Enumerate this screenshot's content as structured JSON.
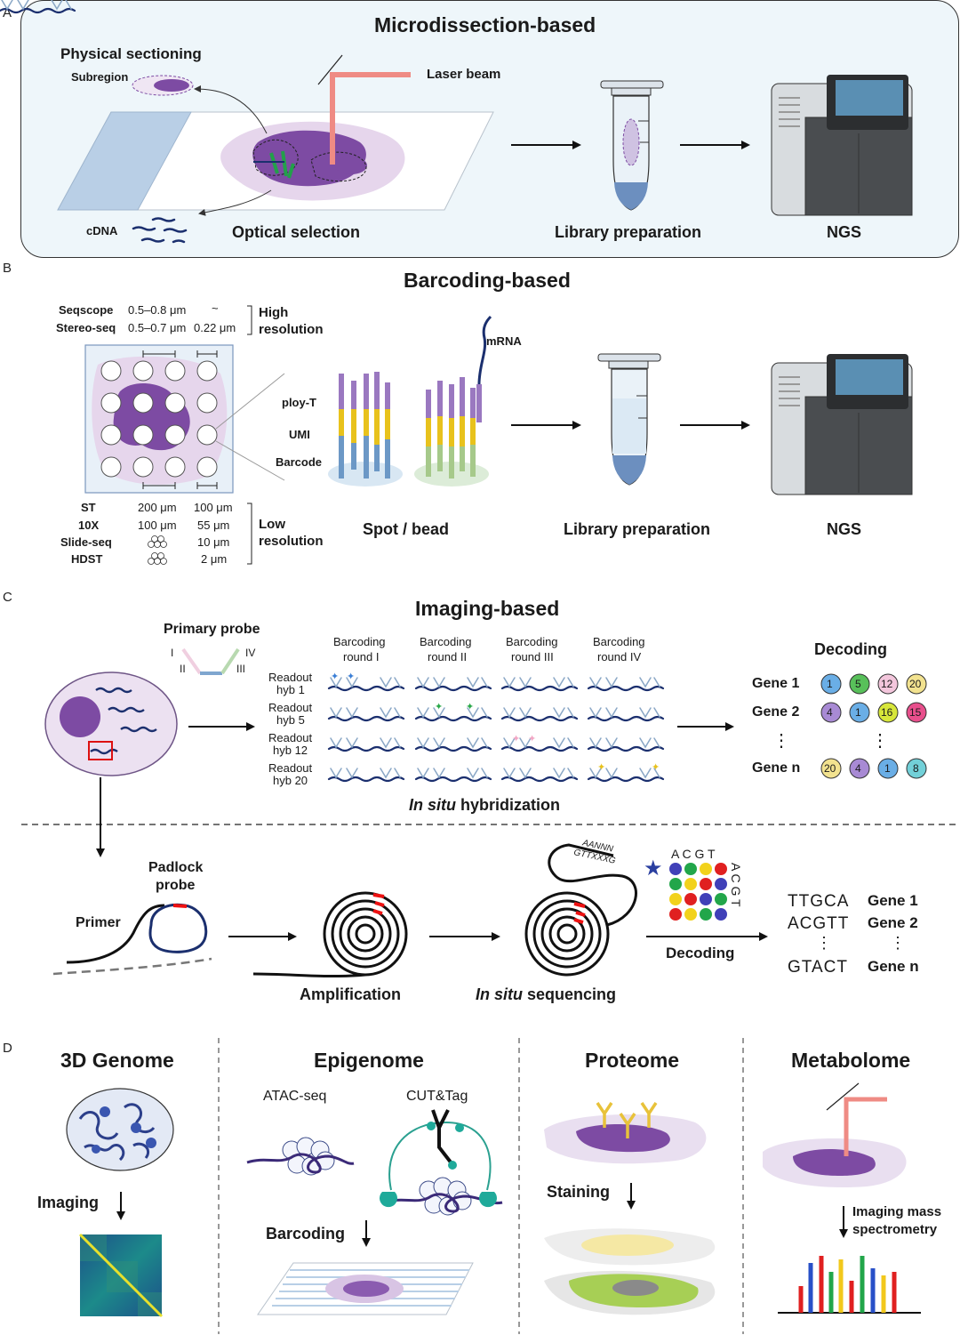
{
  "panels": {
    "a": {
      "letter": "A",
      "title": "Microdissection-based",
      "physical_sectioning": "Physical sectioning",
      "subregion": "Subregion",
      "laser_beam": "Laser beam",
      "cdna": "cDNA",
      "optical_selection": "Optical selection",
      "library_preparation": "Library preparation",
      "ngs": "NGS"
    },
    "b": {
      "letter": "B",
      "title": "Barcoding-based",
      "high_methods": [
        {
          "name": "Seqscope",
          "diameter": "0.5–0.8 μm",
          "distance": "~"
        },
        {
          "name": "Stereo-seq",
          "diameter": "0.5–0.7 μm",
          "distance": "0.22 μm"
        }
      ],
      "high_label": [
        "High",
        "resolution"
      ],
      "low_methods": [
        {
          "name": "ST",
          "diameter": "200 μm",
          "distance": "100 μm"
        },
        {
          "name": "10X",
          "diameter": "100 μm",
          "distance": "55 μm"
        },
        {
          "name": "Slide-seq",
          "diameter": "",
          "distance": "10 μm"
        },
        {
          "name": "HDST",
          "diameter": "",
          "distance": "2 μm"
        }
      ],
      "low_label": [
        "Low",
        "resolution"
      ],
      "mrna": "mRNA",
      "ploy_t": "ploy-T",
      "umi": "UMI",
      "barcode": "Barcode",
      "spot_bead": "Spot / bead",
      "library_preparation": "Library preparation",
      "ngs": "NGS"
    },
    "c": {
      "letter": "C",
      "title": "Imaging-based",
      "primary_probe": "Primary probe",
      "probe_roman": [
        "I",
        "II",
        "III",
        "IV"
      ],
      "rounds": [
        {
          "line1": "Barcoding",
          "line2": "round I"
        },
        {
          "line1": "Barcoding",
          "line2": "round II"
        },
        {
          "line1": "Barcoding",
          "line2": "round III"
        },
        {
          "line1": "Barcoding",
          "line2": "round IV"
        }
      ],
      "readouts": [
        {
          "line1": "Readout",
          "line2": "hyb 1"
        },
        {
          "line1": "Readout",
          "line2": "hyb 5"
        },
        {
          "line1": "Readout",
          "line2": "hyb 12"
        },
        {
          "line1": "Readout",
          "line2": "hyb 20"
        }
      ],
      "ellipsis": "...",
      "ish_italic": "In situ",
      "ish_rest": " hybridization",
      "decoding_title": "Decoding",
      "genes": [
        {
          "label": "Gene 1",
          "codes": [
            "1",
            "5",
            "12",
            "20"
          ]
        },
        {
          "label": "Gene 2",
          "codes": [
            "4",
            "1",
            "16",
            "15"
          ]
        },
        {
          "label": "Gene n",
          "codes": [
            "20",
            "4",
            "1",
            "8"
          ]
        }
      ],
      "vdots": "⋮",
      "padlock_probe": [
        "Padlock",
        "probe"
      ],
      "primer": "Primer",
      "amplification": "Amplification",
      "iss_italic": "In situ",
      "iss_rest": " sequencing",
      "seq_top": "AANNN",
      "seq_bottom": "GTTXXXG",
      "acgt_top": "A C G T",
      "acgt_side": "A C G T",
      "decoding": "Decoding",
      "seq_results": [
        {
          "seq": "TTGCA",
          "gene": "Gene 1"
        },
        {
          "seq": "ACGTT",
          "gene": "Gene 2"
        },
        {
          "seq": "GTACT",
          "gene": "Gene n"
        }
      ]
    },
    "d": {
      "letter": "D",
      "genome": {
        "title": "3D Genome",
        "step": "Imaging"
      },
      "epigenome": {
        "title": "Epigenome",
        "atac": "ATAC-seq",
        "cut": "CUT&Tag",
        "step": "Barcoding"
      },
      "proteome": {
        "title": "Proteome",
        "step": "Staining"
      },
      "metabolome": {
        "title": "Metabolome",
        "step": [
          "Imaging mass",
          "spectrometry"
        ]
      }
    }
  },
  "colors": {
    "panel_blue": "#eef6fa",
    "panel_beige": "#fbf8f3",
    "panel_gray": "#efefef",
    "tissue_purple": "#7d4ba3",
    "laser": "#ef8b84",
    "poly_t": "#9a78c0",
    "umi": "#e8c21c",
    "barcode": "#6c98c6"
  }
}
